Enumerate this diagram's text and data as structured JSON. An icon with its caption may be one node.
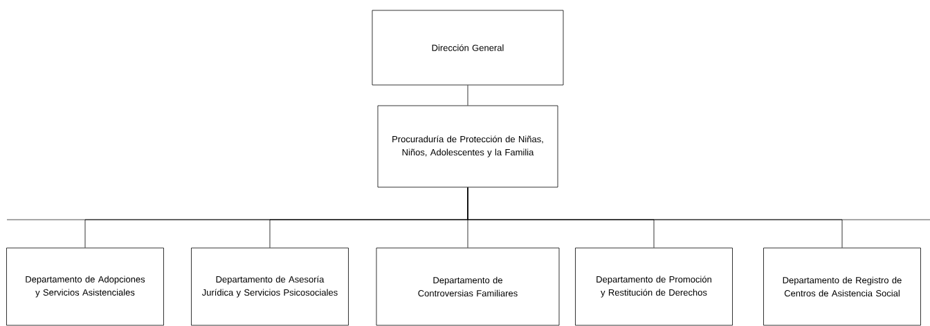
{
  "diagram": {
    "nodes": [
      {
        "text": [
          "Dirección General"
        ]
      },
      {
        "text": [
          "Procuraduría de Protección de Niñas, Niños, Adolescentes y la Familia"
        ]
      },
      {
        "text": [
          "Departamento de Adopciones y Servicios Asistenciales"
        ]
      },
      {
        "text": [
          "Departamento de Asesoría Jurídica y Servicios Psicosociales"
        ]
      },
      {
        "text": [
          "Departamento de Controversias Familiares"
        ]
      },
      {
        "text": [
          "Departamento de Promoción y Restitución de Derechos"
        ]
      },
      {
        "text": [
          "Departamento de Registro de Centros de Asistencia Social"
        ]
      }
    ],
    "edges": [
      {
        "from": 0,
        "to": 1,
        "arrow": "none"
      },
      {
        "from": 1,
        "to": 2,
        "arrow": "none"
      },
      {
        "from": 1,
        "to": 3,
        "arrow": "none"
      },
      {
        "from": 1,
        "to": 4,
        "arrow": "none"
      },
      {
        "from": 1,
        "to": 5,
        "arrow": "none"
      },
      {
        "from": 1,
        "to": 6,
        "arrow": "none"
      }
    ]
  }
}
